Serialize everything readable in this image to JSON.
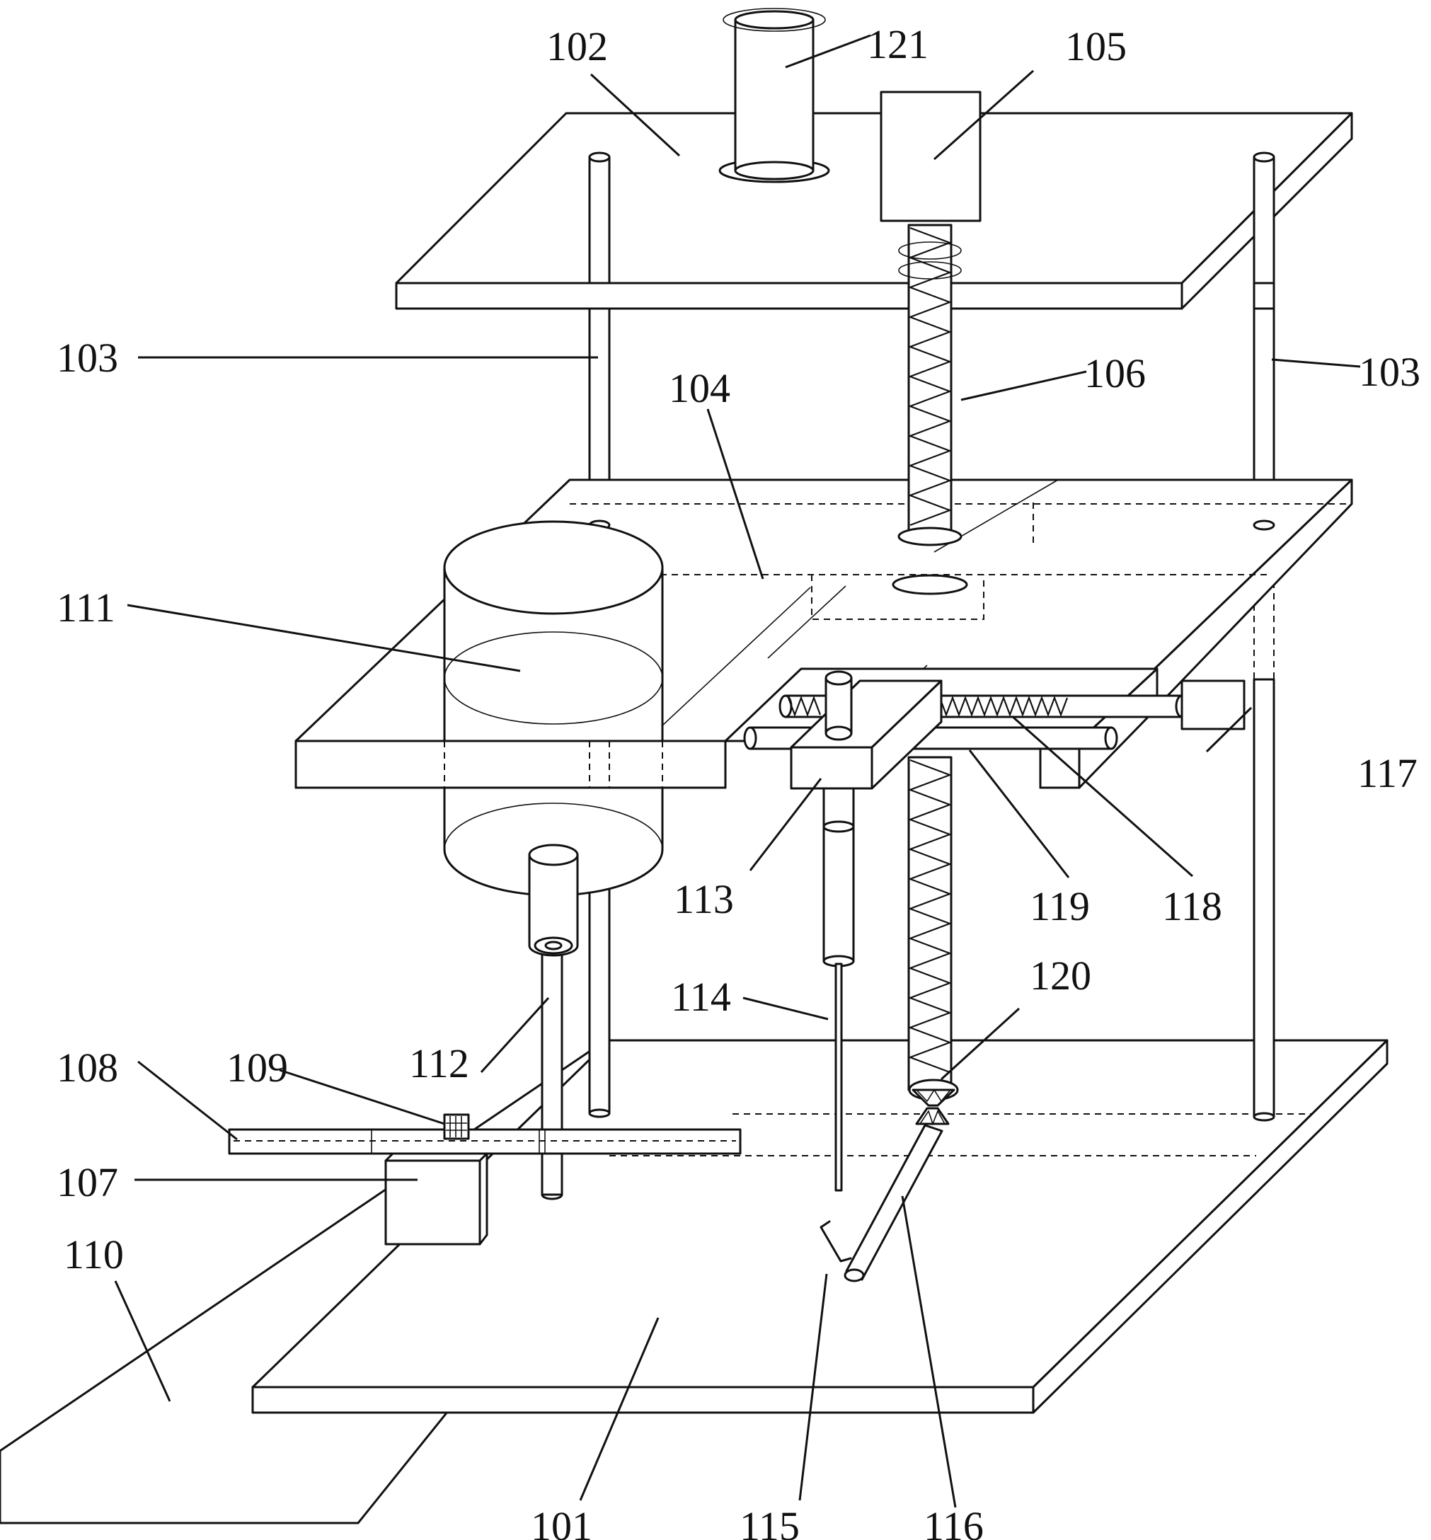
{
  "figure": {
    "labels": [
      {
        "id": "101",
        "text": "101"
      },
      {
        "id": "102",
        "text": "102"
      },
      {
        "id": "103",
        "text": "103"
      },
      {
        "id": "103b",
        "text": "103"
      },
      {
        "id": "104",
        "text": "104"
      },
      {
        "id": "105",
        "text": "105"
      },
      {
        "id": "106",
        "text": "106"
      },
      {
        "id": "107",
        "text": "107"
      },
      {
        "id": "108",
        "text": "108"
      },
      {
        "id": "109",
        "text": "109"
      },
      {
        "id": "110",
        "text": "110"
      },
      {
        "id": "111",
        "text": "111"
      },
      {
        "id": "112",
        "text": "112"
      },
      {
        "id": "113",
        "text": "113"
      },
      {
        "id": "114",
        "text": "114"
      },
      {
        "id": "115",
        "text": "115"
      },
      {
        "id": "116",
        "text": "116"
      },
      {
        "id": "117",
        "text": "117"
      },
      {
        "id": "118",
        "text": "118"
      },
      {
        "id": "119",
        "text": "119"
      },
      {
        "id": "120",
        "text": "120"
      },
      {
        "id": "121",
        "text": "121"
      }
    ]
  }
}
